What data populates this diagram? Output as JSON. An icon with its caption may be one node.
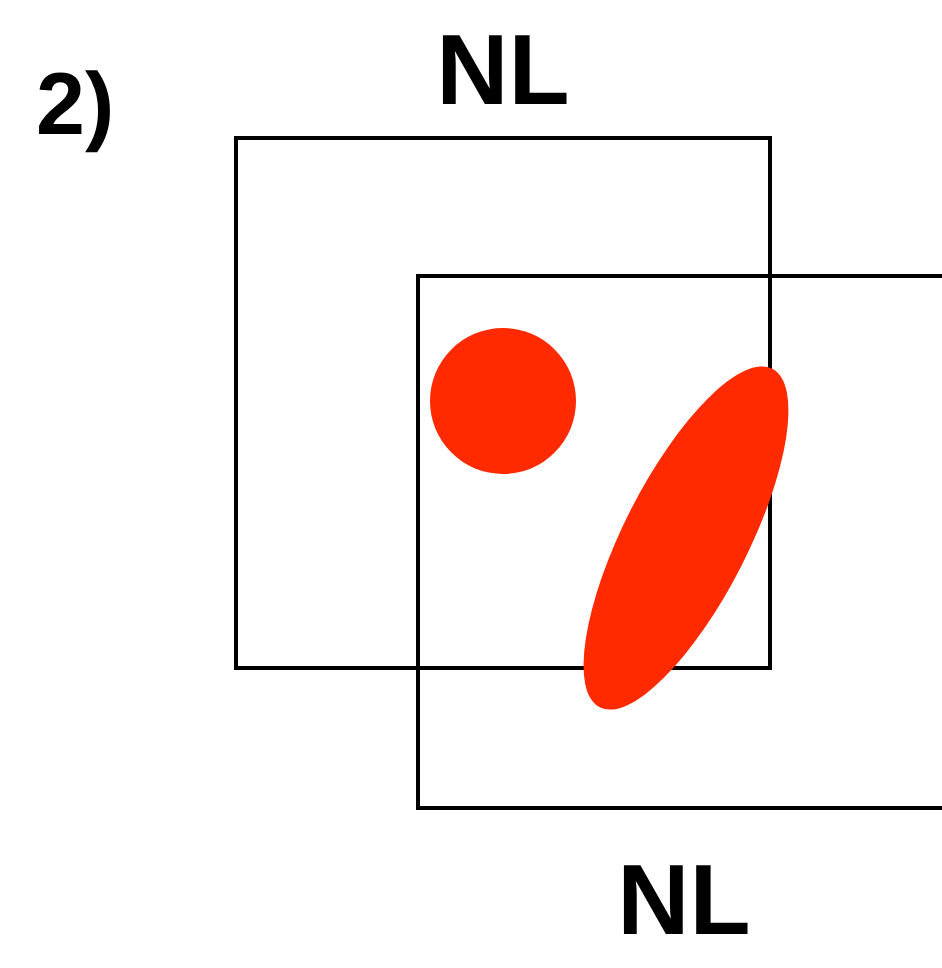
{
  "diagram": {
    "nodes": [
      {
        "text": [
          "NL"
        ]
      },
      {
        "text": [
          "NL"
        ]
      },
      {
        "text": [],
        "shape": "circle"
      },
      {
        "text": [],
        "shape": "ellipse",
        "in": 1
      }
    ],
    "labels": [
      "2)"
    ]
  }
}
